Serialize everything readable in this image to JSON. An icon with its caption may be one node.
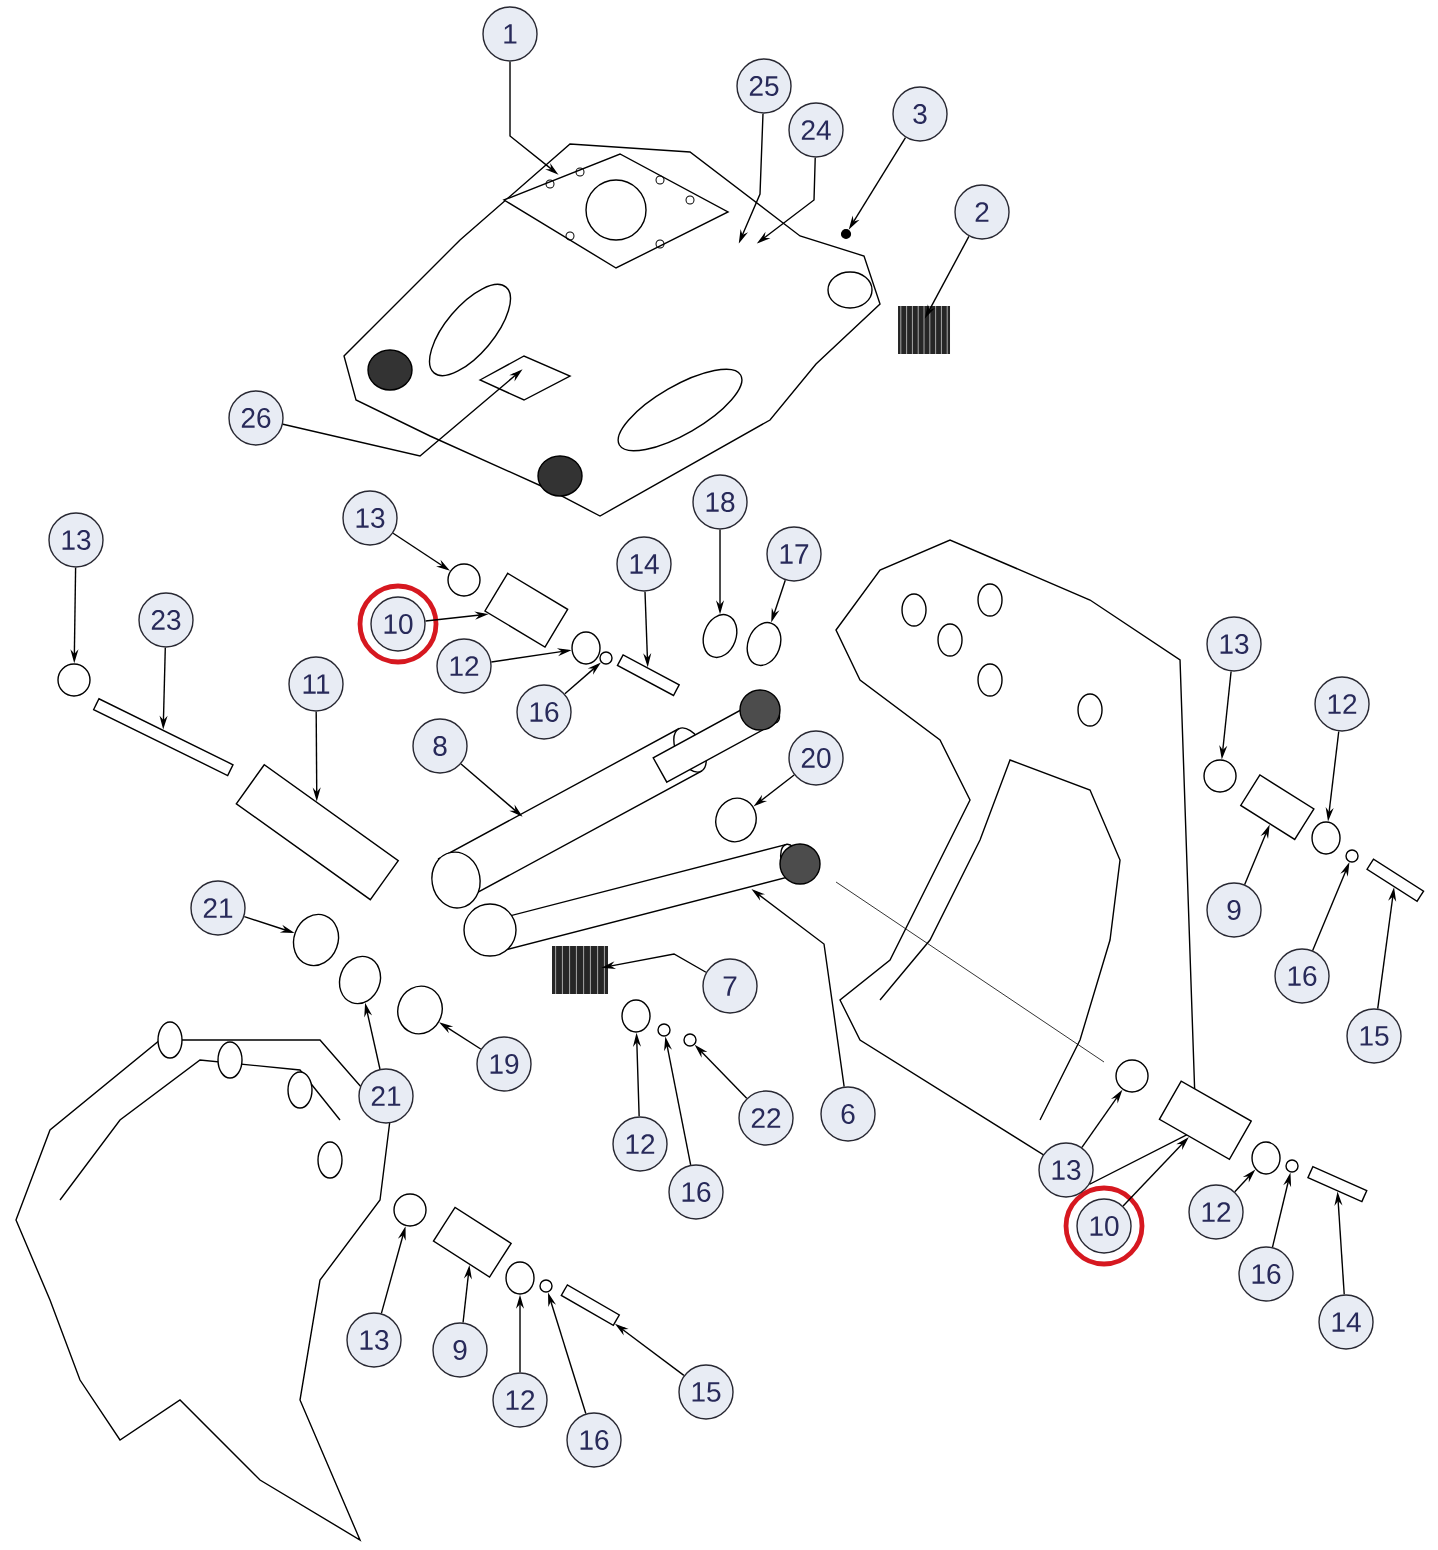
{
  "diagram": {
    "nodes": [
      {
        "text": [
          "1"
        ]
      },
      {
        "text": [
          "25"
        ]
      },
      {
        "text": [
          "3"
        ]
      },
      {
        "text": [
          "24"
        ]
      },
      {
        "text": [
          "2"
        ]
      },
      {
        "text": [
          "26"
        ]
      },
      {
        "text": [
          "13"
        ]
      },
      {
        "text": [
          "13"
        ]
      },
      {
        "text": [
          "18"
        ]
      },
      {
        "text": [
          "17"
        ]
      },
      {
        "text": [
          "14"
        ]
      },
      {
        "text": [
          "23"
        ]
      },
      {
        "text": [
          "10"
        ]
      },
      {
        "text": [
          "12"
        ]
      },
      {
        "text": [
          "11"
        ]
      },
      {
        "text": [
          "16"
        ]
      },
      {
        "text": [
          "13"
        ]
      },
      {
        "text": [
          "12"
        ]
      },
      {
        "text": [
          "8"
        ]
      },
      {
        "text": [
          "20"
        ]
      },
      {
        "text": [
          "21"
        ]
      },
      {
        "text": [
          "9"
        ]
      },
      {
        "text": [
          "16"
        ]
      },
      {
        "text": [
          "7"
        ]
      },
      {
        "text": [
          "15"
        ]
      },
      {
        "text": [
          "19"
        ]
      },
      {
        "text": [
          "21"
        ]
      },
      {
        "text": [
          "6"
        ]
      },
      {
        "text": [
          "22"
        ]
      },
      {
        "text": [
          "12"
        ]
      },
      {
        "text": [
          "13"
        ]
      },
      {
        "text": [
          "16"
        ]
      },
      {
        "text": [
          "10"
        ]
      },
      {
        "text": [
          "12"
        ]
      },
      {
        "text": [
          "16"
        ]
      },
      {
        "text": [
          "14"
        ]
      },
      {
        "text": [
          "13"
        ]
      },
      {
        "text": [
          "9"
        ]
      },
      {
        "text": [
          "15"
        ]
      },
      {
        "text": [
          "12"
        ]
      },
      {
        "text": [
          "16"
        ]
      },
      {
        "text": [],
        "shape": "picture",
        "in": 42
      },
      {
        "text": [],
        "shape": "picture"
      },
      {
        "text": [],
        "shape": "circle"
      },
      {
        "text": [],
        "shape": "picture"
      },
      {
        "text": [],
        "shape": "picture",
        "in": 42
      },
      {
        "text": [],
        "shape": "circle"
      },
      {
        "text": [],
        "shape": "circle"
      },
      {
        "text": [],
        "shape": "circle"
      },
      {
        "text": [],
        "shape": "circle"
      },
      {
        "text": [],
        "shape": "cylinder"
      },
      {
        "text": [],
        "shape": "cylinder"
      },
      {
        "text": [],
        "shape": "cylinder"
      },
      {
        "text": [],
        "shape": "circle"
      },
      {
        "text": [],
        "shape": "cylinder"
      },
      {
        "text": [],
        "shape": "circle"
      },
      {
        "text": [],
        "shape": "circle"
      },
      {
        "text": [],
        "shape": "circle"
      },
      {
        "text": [],
        "shape": "picture"
      },
      {
        "text": [],
        "shape": "circle"
      },
      {
        "text": [],
        "shape": "circle"
      },
      {
        "text": [],
        "shape": "cylinder"
      },
      {
        "text": [],
        "shape": "circle"
      },
      {
        "text": [],
        "shape": "picture"
      },
      {
        "text": [],
        "shape": "cylinder"
      },
      {
        "text": [],
        "shape": "circle"
      },
      {
        "text": [],
        "shape": "circle"
      },
      {
        "text": [],
        "shape": "picture"
      },
      {
        "text": [],
        "shape": "circle"
      },
      {
        "text": [],
        "shape": "circle"
      },
      {
        "text": [],
        "shape": "circle"
      },
      {
        "text": [],
        "shape": "circle"
      },
      {
        "text": [],
        "shape": "cylinder"
      },
      {
        "text": [],
        "shape": "circle"
      },
      {
        "text": [],
        "shape": "circle"
      },
      {
        "text": [],
        "shape": "cylinder"
      },
      {
        "text": [],
        "shape": "circle"
      },
      {
        "text": [],
        "shape": "cylinder"
      },
      {
        "text": [],
        "shape": "cylinder"
      },
      {
        "text": [],
        "shape": "circle"
      },
      {
        "text": [],
        "shape": "circle"
      }
    ],
    "edges": [
      {
        "from": 0,
        "to": 41,
        "arrow": "to"
      },
      {
        "from": 1,
        "to": 42,
        "arrow": "to"
      },
      {
        "from": 2,
        "to": 43,
        "arrow": "to"
      },
      {
        "from": 3,
        "to": 42,
        "arrow": "to"
      },
      {
        "from": 4,
        "to": 44,
        "arrow": "to"
      },
      {
        "from": 5,
        "to": 45,
        "arrow": "to"
      },
      {
        "from": 6,
        "to": 46,
        "arrow": "to"
      },
      {
        "from": 7,
        "to": 47,
        "arrow": "to"
      },
      {
        "from": 8,
        "to": 48,
        "arrow": "to"
      },
      {
        "from": 9,
        "to": 49,
        "arrow": "to"
      },
      {
        "from": 10,
        "to": 50,
        "arrow": "to"
      },
      {
        "from": 11,
        "to": 51,
        "arrow": "to"
      },
      {
        "from": 12,
        "to": 52,
        "arrow": "to"
      },
      {
        "from": 13,
        "to": 53,
        "arrow": "to"
      },
      {
        "from": 14,
        "to": 54,
        "arrow": "to"
      },
      {
        "from": 15,
        "to": 55,
        "arrow": "to"
      },
      {
        "from": 16,
        "to": 56,
        "arrow": "to"
      },
      {
        "from": 17,
        "to": 57,
        "arrow": "to"
      },
      {
        "from": 18,
        "to": 58,
        "arrow": "to"
      },
      {
        "from": 19,
        "to": 59,
        "arrow": "to"
      },
      {
        "from": 20,
        "to": 60,
        "arrow": "to"
      },
      {
        "from": 21,
        "to": 61,
        "arrow": "to"
      },
      {
        "from": 22,
        "to": 62,
        "arrow": "to"
      },
      {
        "from": 23,
        "to": 63,
        "arrow": "to"
      },
      {
        "from": 24,
        "to": 64,
        "arrow": "to"
      },
      {
        "from": 25,
        "to": 65,
        "arrow": "to"
      },
      {
        "from": 26,
        "to": 66,
        "arrow": "to"
      },
      {
        "from": 27,
        "to": 67,
        "arrow": "to"
      },
      {
        "from": 28,
        "to": 68,
        "arrow": "to"
      },
      {
        "from": 29,
        "to": 69,
        "arrow": "to"
      },
      {
        "from": 30,
        "to": 70,
        "arrow": "to"
      },
      {
        "from": 31,
        "to": 71,
        "arrow": "to"
      },
      {
        "from": 32,
        "to": 72,
        "arrow": "to"
      },
      {
        "from": 33,
        "to": 73,
        "arrow": "to"
      },
      {
        "from": 34,
        "to": 74,
        "arrow": "to"
      },
      {
        "from": 35,
        "to": 75,
        "arrow": "to"
      },
      {
        "from": 36,
        "to": 76,
        "arrow": "to"
      },
      {
        "from": 37,
        "to": 77,
        "arrow": "to"
      },
      {
        "from": 38,
        "to": 78,
        "arrow": "to"
      },
      {
        "from": 39,
        "to": 79,
        "arrow": "to"
      },
      {
        "from": 40,
        "to": 80,
        "arrow": "to"
      }
    ]
  }
}
